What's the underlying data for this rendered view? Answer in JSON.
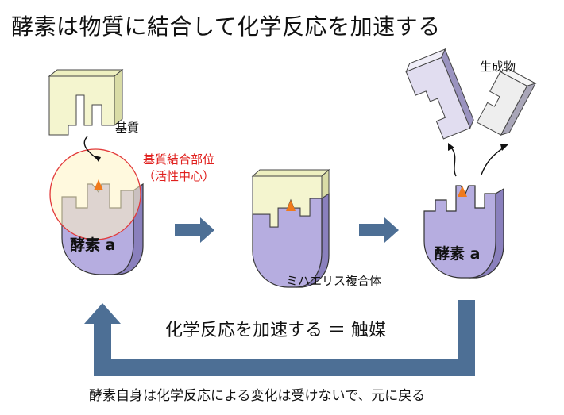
{
  "title": "酵素は物質に結合して化学反応を加速する",
  "labels": {
    "substrate": "基質",
    "binding_site_line1": "基質結合部位",
    "binding_site_line2": "（活性中心）",
    "products": "生成物",
    "enzyme_a_left": "酵素 a",
    "enzyme_a_right": "酵素 a",
    "complex": "ミハエリス複合体",
    "catalyst": "化学反応を加速する ＝ 触媒",
    "bottom_note": "酵素自身は化学反応による変化は受けないで、元に戻る"
  },
  "colors": {
    "substrate_face": "#f4f5cf",
    "substrate_side": "#d9dca6",
    "enzyme_face": "#b6ade0",
    "enzyme_side": "#8a80bd",
    "active_site": "#f07a1c",
    "binding_circle": "#e23a3a",
    "binding_fill": "#fff4c2",
    "arrow_blue": "#4d6f95",
    "product_left_face": "#e1ddf0",
    "product_right_face": "#eeeeee"
  }
}
